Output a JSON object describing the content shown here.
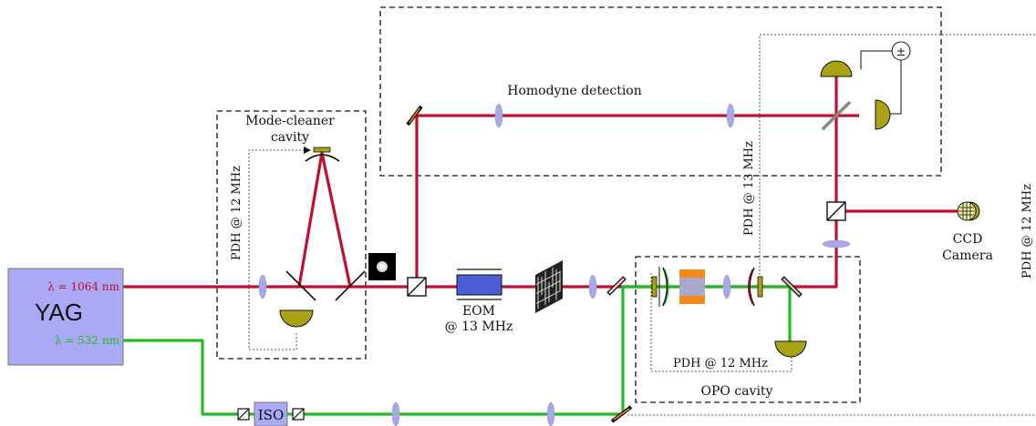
{
  "colors": {
    "red_beam": "#c0102e",
    "green_beam": "#22bb22",
    "yag_box": "#a9a9f5",
    "lens": "#a8a8e6",
    "detector": "#a9a215",
    "eom": "#4a5cd6",
    "crystal": "#f28a1a"
  },
  "laser": {
    "name": "YAG",
    "red_wavelength": "λ = 1064 nm",
    "green_wavelength": "λ = 532 nm"
  },
  "labels": {
    "mode_cleaner_line1": "Mode-cleaner",
    "mode_cleaner_line2": "cavity",
    "pdh_mode_cleaner": "PDH @ 12 MHz",
    "eom": "EOM",
    "eom_freq": "@ 13 MHz",
    "homodyne": "Homodyne detection",
    "pdh_homodyne": "PDH @ 13 MHz",
    "pdh_opo": "PDH @ 12 MHz",
    "opo_cavity": "OPO cavity",
    "ccd_line1": "CCD",
    "ccd_line2": "Camera",
    "pdh_right": "PDH @ 12 MHz",
    "iso": "ISO",
    "sum_diff": "±"
  }
}
